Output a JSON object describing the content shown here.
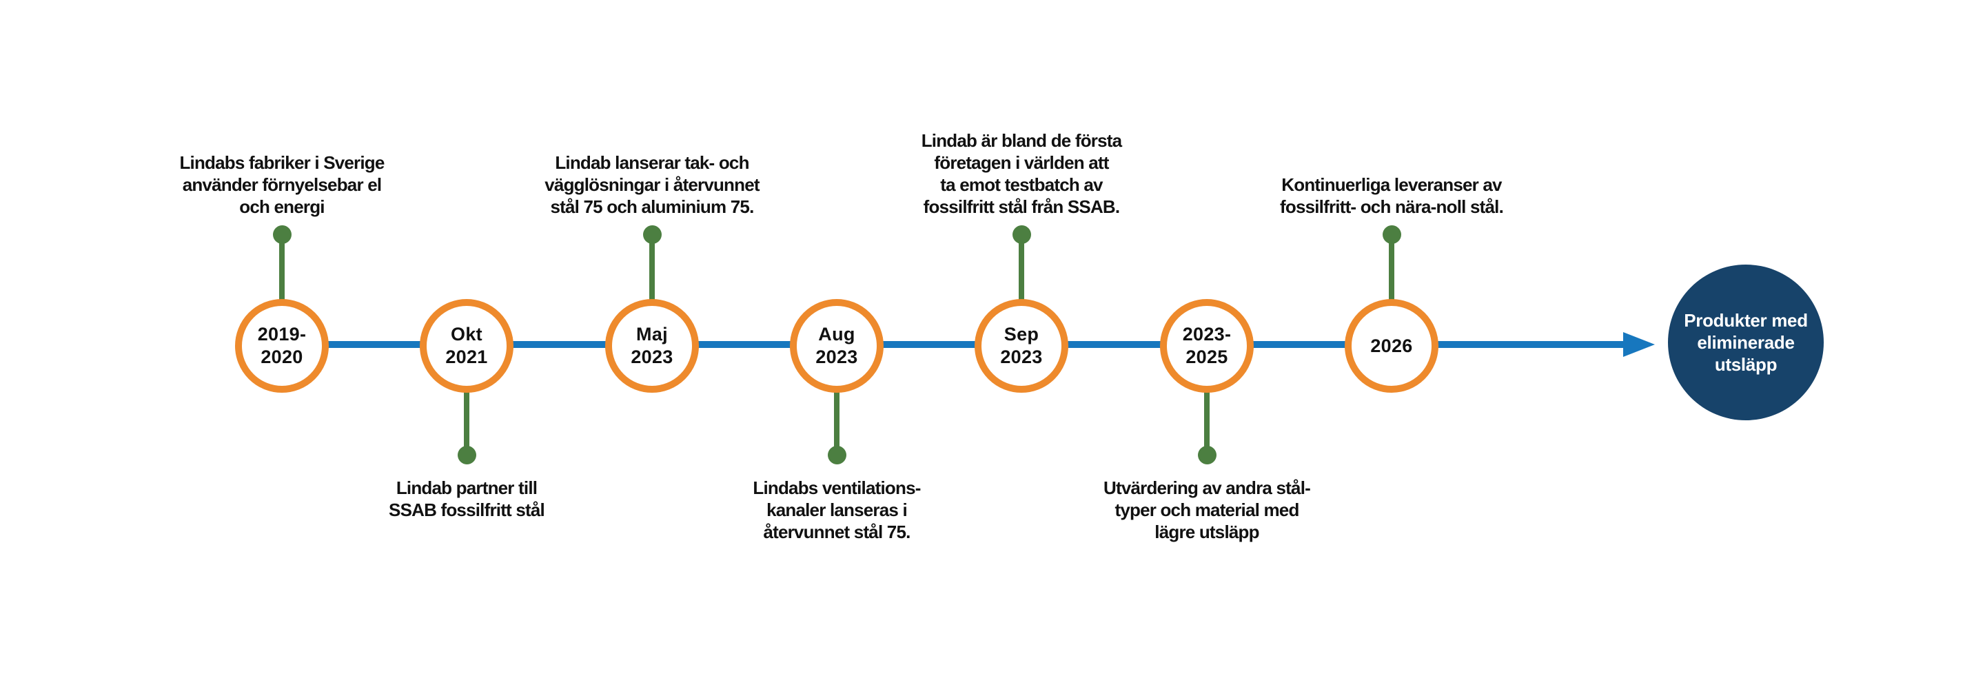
{
  "colors": {
    "orange": "#EE8A2C",
    "blue": "#1777BE",
    "green": "#4C7F41",
    "navy": "#17436A",
    "text": "#111111"
  },
  "timeline": {
    "events": [
      {
        "label": "2019-\n2020",
        "annotation": "Lindabs fabriker i Sverige\nanvänder förnyelsebar el\noch energi",
        "annotation_position": "above"
      },
      {
        "label": "Okt\n2021",
        "annotation": "Lindab partner till\nSSAB fossilfritt stål",
        "annotation_position": "below"
      },
      {
        "label": "Maj\n2023",
        "annotation": "Lindab lanserar tak- och\nvägglösningar i återvunnet\nstål 75 och aluminium 75.",
        "annotation_position": "above"
      },
      {
        "label": "Aug\n2023",
        "annotation": "Lindabs ventilations-\nkanaler lanseras i\nåtervunnet stål 75.",
        "annotation_position": "below"
      },
      {
        "label": "Sep\n2023",
        "annotation": "Lindab är bland de första\nföretagen i världen att\nta emot testbatch av\nfossilfritt stål från SSAB.",
        "annotation_position": "above"
      },
      {
        "label": "2023-\n2025",
        "annotation": "Utvärdering av andra stål-\ntyper och material med\nlägre utsläpp",
        "annotation_position": "below"
      },
      {
        "label": "2026",
        "annotation": "Kontinuerliga leveranser av\nfossilfritt- och nära-noll stål.",
        "annotation_position": "above"
      }
    ],
    "end_node": {
      "label": "Produkter med\neliminerade\nutsläpp"
    }
  }
}
